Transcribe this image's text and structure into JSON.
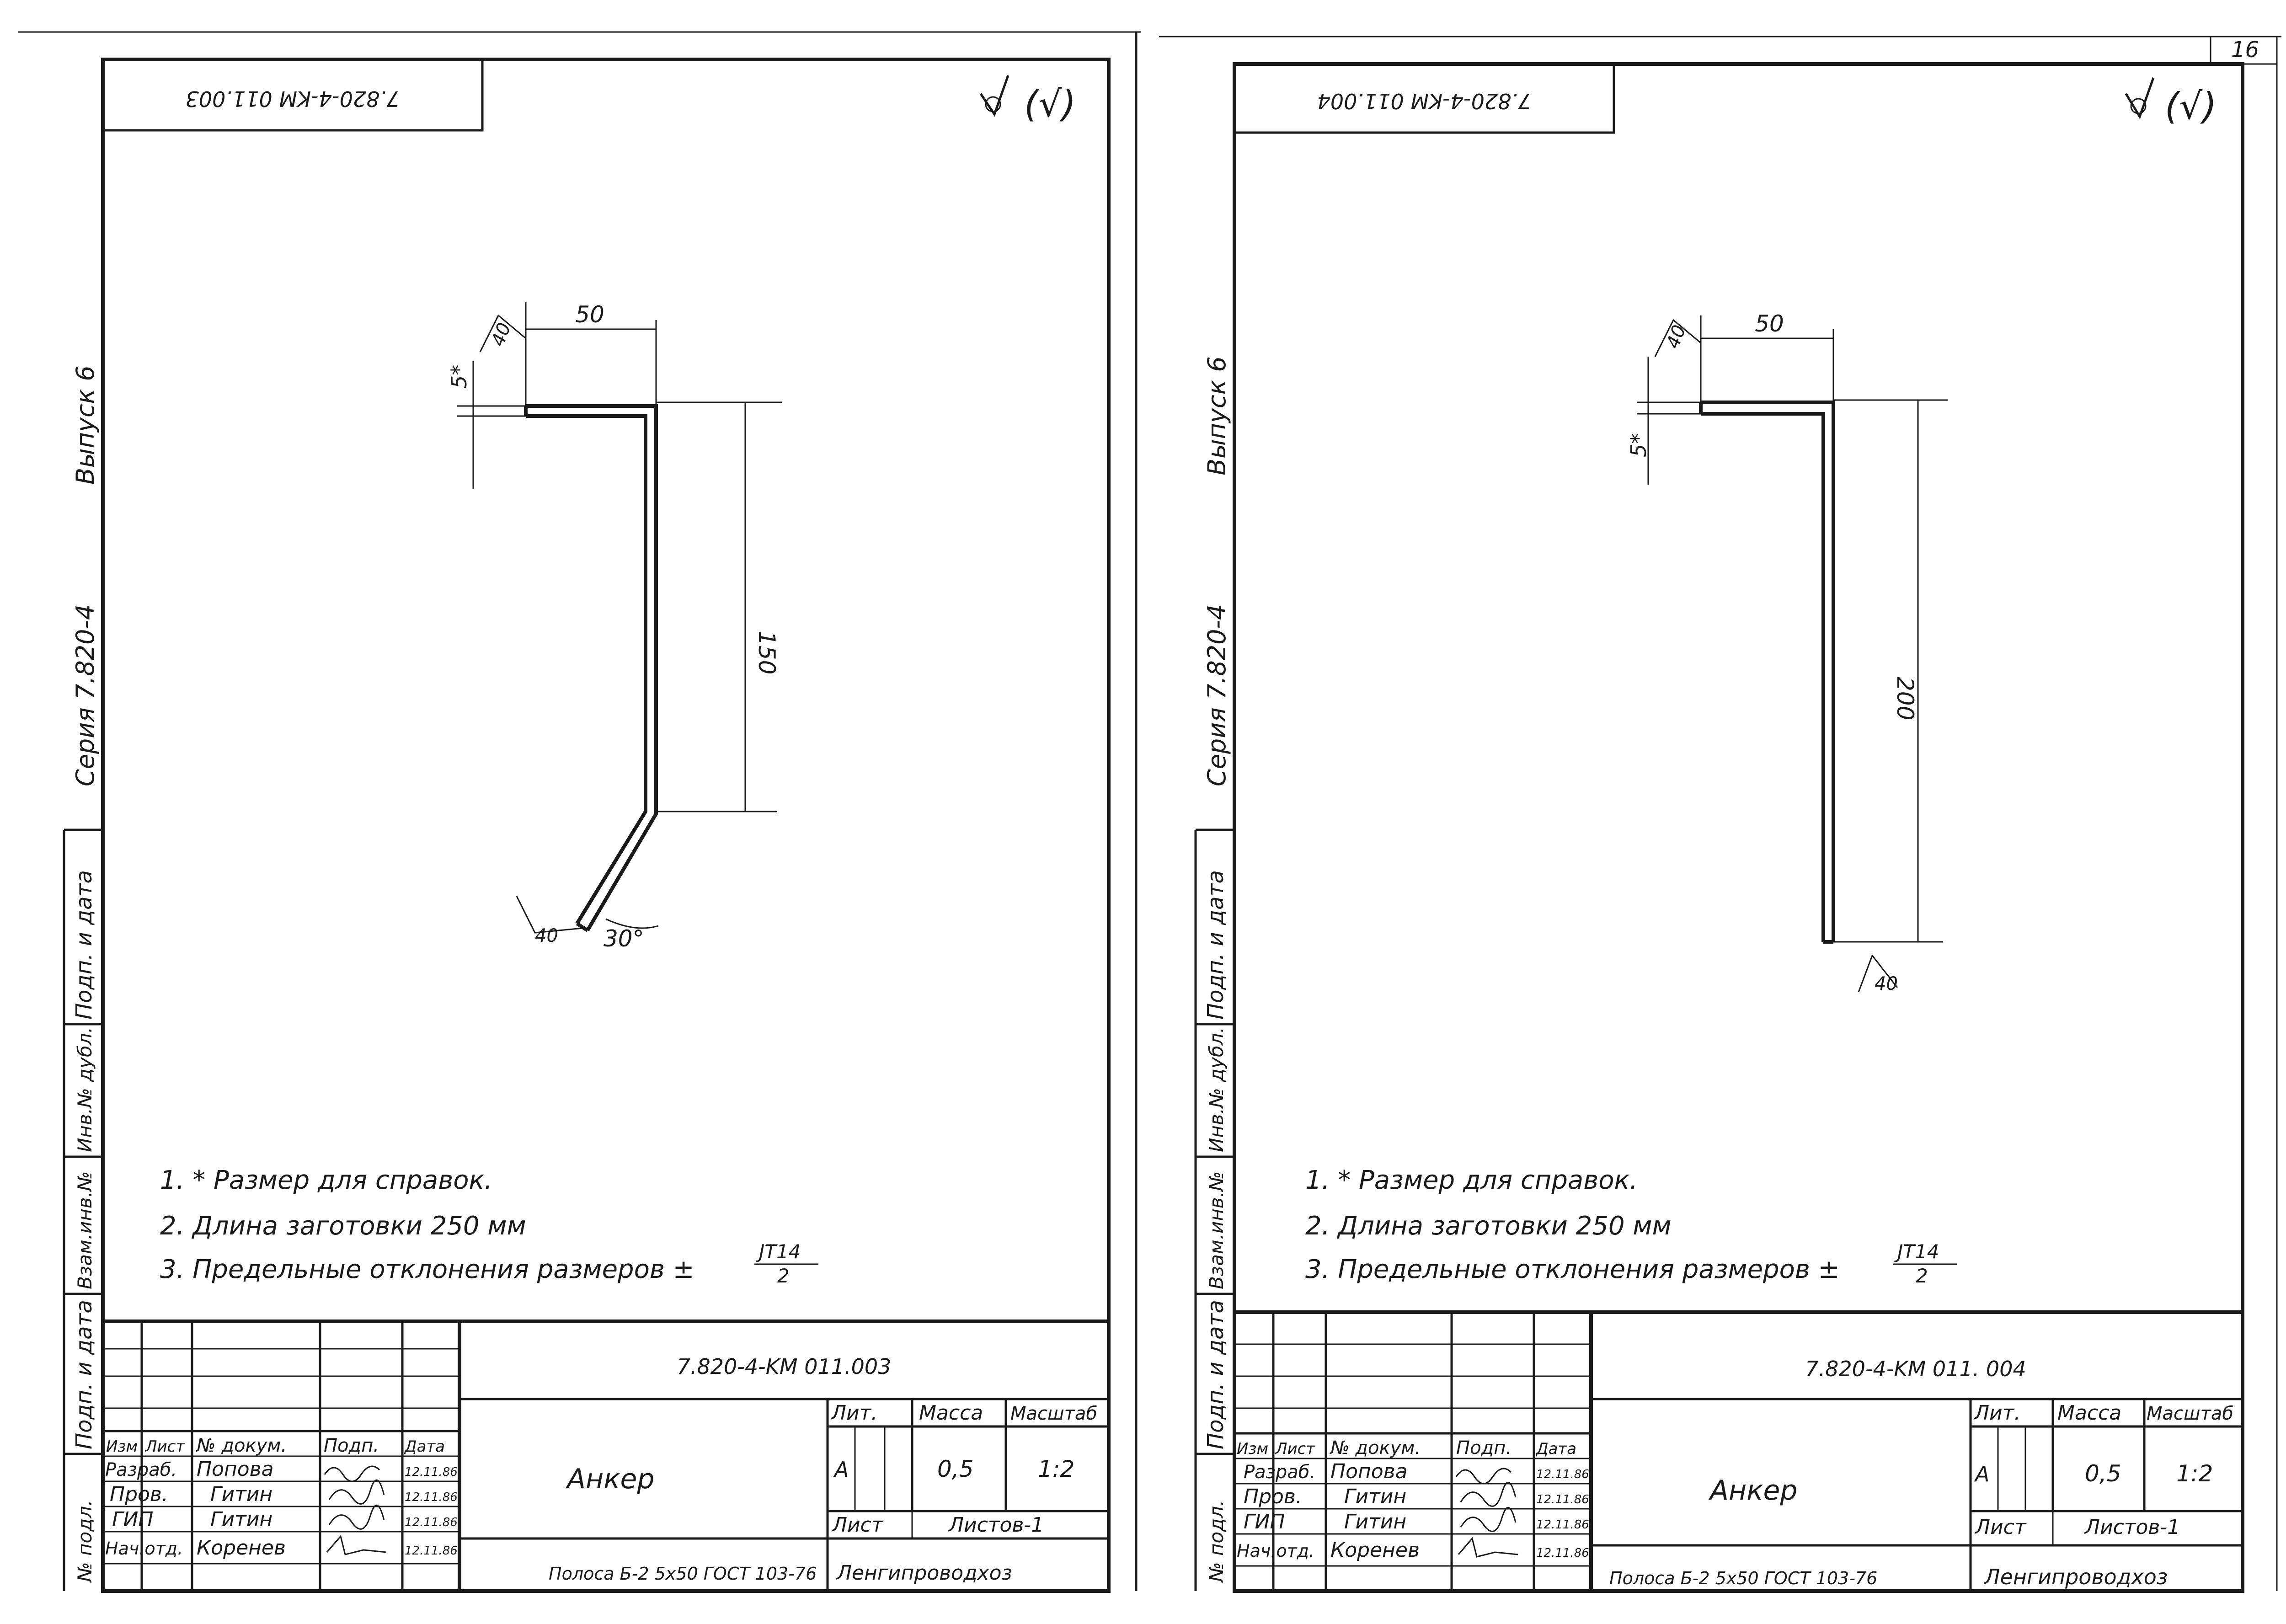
{
  "page_number": "16",
  "sheets": [
    {
      "code_top": "7.820-4-KM 011.003",
      "code_block": "7.820-4-KM 011.003",
      "series": "Серия   7.820-4",
      "issue": "Выпуск 6",
      "dims": {
        "flange": "50",
        "weld_top": "40",
        "offset": "5*",
        "length": "150",
        "weld_bottom": "40",
        "angle": "30°"
      },
      "notes": [
        "1. * Размер для справок.",
        "2. Длина заготовки 250 мм",
        "3. Предельные отклонения размеров ±"
      ],
      "tolerance_num": "JT14",
      "tolerance_den": "2",
      "title": "Анкер",
      "lit": "А",
      "mass": "0,5",
      "scale": "1:2",
      "headers": {
        "izm": "Изм",
        "list": "Лист",
        "doc": "№ докум.",
        "sign": "Подп.",
        "date": "Дата",
        "lit": "Лит.",
        "mass": "Масса",
        "scale": "Масштаб",
        "sheet": "Лист",
        "sheets": "Листов-1"
      },
      "people": [
        {
          "role": "Разраб.",
          "name": "Попова",
          "date": "12.11.86"
        },
        {
          "role": "Пров.",
          "name": "Гитин",
          "date": "12.11.86"
        },
        {
          "role": "ГИП",
          "name": "Гитин",
          "date": "12.11.86"
        },
        {
          "role": "Нач.отд.",
          "name": "Коренев",
          "date": "12.11.86"
        }
      ],
      "material": "Полоса Б-2 5х50 ГОСТ 103-76",
      "org": "Ленгипроводхоз",
      "margin_labels": [
        "Подп. и дата",
        "Инв.№ дубл.",
        "Взам.инв.№",
        "Подп. и дата",
        "№ подл."
      ]
    },
    {
      "code_top": "7.820-4-KM 011.004",
      "code_block": "7.820-4-KM 011. 004",
      "series": "Серия   7.820-4",
      "issue": "Выпуск 6",
      "dims": {
        "flange": "50",
        "weld_top": "40",
        "offset": "5*",
        "length": "200",
        "weld_bottom": "40"
      },
      "notes": [
        "1. * Размер для справок.",
        "2. Длина заготовки 250 мм",
        "3. Предельные отклонения размеров ±"
      ],
      "tolerance_num": "JT14",
      "tolerance_den": "2",
      "title": "Анкер",
      "lit": "А",
      "mass": "0,5",
      "scale": "1:2",
      "headers": {
        "izm": "Изм",
        "list": "Лист",
        "doc": "№ докум.",
        "sign": "Подп.",
        "date": "Дата",
        "lit": "Лит.",
        "mass": "Масса",
        "scale": "Масштаб",
        "sheet": "Лист",
        "sheets": "Листов-1"
      },
      "people": [
        {
          "role": "Разраб.",
          "name": "Попова",
          "date": "12.11.86"
        },
        {
          "role": "Пров.",
          "name": "Гитин",
          "date": "12.11.86"
        },
        {
          "role": "ГИП",
          "name": "Гитин",
          "date": "12.11.86"
        },
        {
          "role": "Нач.отд.",
          "name": "Коренев",
          "date": "12.11.86"
        }
      ],
      "material": "Полоса Б-2 5х50 ГОСТ 103-76",
      "org": "Ленгипроводхоз",
      "margin_labels": [
        "Подп. и дата",
        "Инв.№ дубл.",
        "Взам.инв.№",
        "Подп. и дата",
        "№ подл."
      ]
    }
  ]
}
